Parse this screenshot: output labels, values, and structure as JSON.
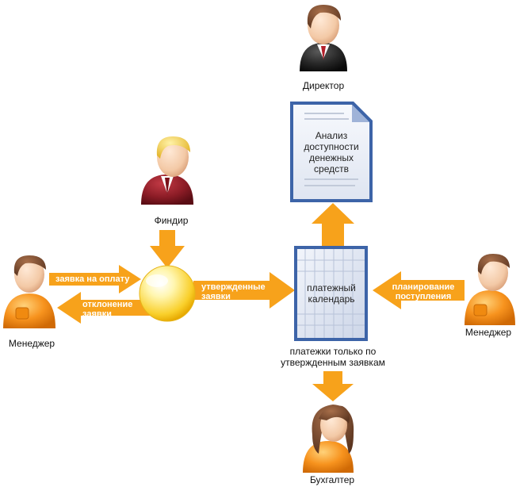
{
  "actors": {
    "director": "Директор",
    "findir": "Финдир",
    "manager_left": "Менеджер",
    "manager_right": "Менеджер",
    "accountant": "Бухгалтер"
  },
  "nodes": {
    "analysis_doc": "Анализ доступности денежных средств",
    "payment_calendar": "платежный календарь"
  },
  "arrows": {
    "payment_request": "заявка на оплату",
    "rejection": "отклонение заявки",
    "approved": "утвержденные заявки",
    "income_planning": "планирование поступления",
    "payments_only": "платежки только по утвержденным заявкам"
  }
}
